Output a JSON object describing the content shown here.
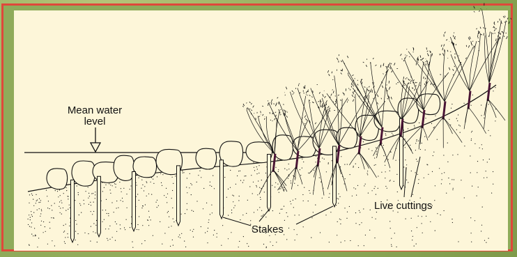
{
  "diagram": {
    "labels": {
      "mean_water_line1": "Mean water",
      "mean_water_line2": "level",
      "live_cuttings": "Live cuttings",
      "stakes": "Stakes"
    },
    "colors": {
      "frame": "#e0473a",
      "paper": "#fdf6d9",
      "ink": "#111111",
      "cutting": "#4a1535"
    }
  }
}
